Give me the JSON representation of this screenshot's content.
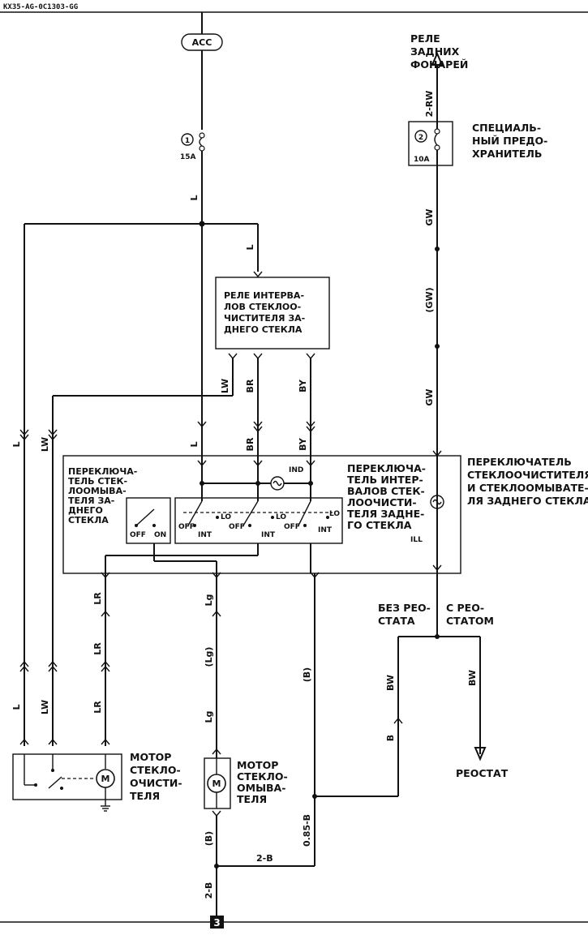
{
  "header": {
    "doc_code": "KX35-AG-0C1303-GG"
  },
  "acc": "ACC",
  "fuse1": {
    "num": "1",
    "rating": "15A"
  },
  "fuse2": {
    "num": "2",
    "rating": "10A",
    "label": [
      "СПЕЦИАЛЬ-",
      "НЫЙ ПРЕДО-",
      "ХРАНИТЕЛЬ"
    ]
  },
  "rear_light_relay": [
    "РЕЛЕ",
    "ЗАДНИХ",
    "ФОНАРЕЙ"
  ],
  "interval_relay": [
    "РЕЛЕ ИНТЕРВА-",
    "ЛОВ СТЕКЛОО-",
    "ЧИСТИТЕЛЯ ЗА-",
    "ДНЕГО СТЕКЛА"
  ],
  "combo_switch_label": [
    "ПЕРЕКЛЮЧАТЕЛЬ",
    "СТЕКЛООЧИСТИТЕЛЯ",
    "И СТЕКЛООМЫВАТЕ-",
    "ЛЯ ЗАДНЕГО СТЕКЛА"
  ],
  "washer_switch_label": [
    "ПЕРЕКЛЮЧА-",
    "ТЕЛЬ СТЕК-",
    "ЛООМЫВА-",
    "ТЕЛЯ ЗА-",
    "ДНЕГО",
    "СТЕКЛА"
  ],
  "interval_switch_label": [
    "ПЕРЕКЛЮЧА-",
    "ТЕЛЬ ИНТЕР-",
    "ВАЛОВ СТЕК-",
    "ЛООЧИСТИ-",
    "ТЕЛЯ ЗАДНЕ-",
    "ГО СТЕКЛА"
  ],
  "switch_positions": {
    "off": "OFF",
    "on": "ON",
    "lo": "LO",
    "int": "INT",
    "ind": "IND",
    "ill": "ILL"
  },
  "wiper_motor_label": [
    "МОТОР",
    "СТЕКЛО-",
    "ОЧИСТИ-",
    "ТЕЛЯ"
  ],
  "washer_motor_label": [
    "МОТОР",
    "СТЕКЛО-",
    "ОМЫВА-",
    "ТЕЛЯ"
  ],
  "motor_symbol": "M",
  "without_rheostat": [
    "БЕЗ РЕО-",
    "СТАТА"
  ],
  "with_rheostat": [
    "С РЕО-",
    "СТАТОМ"
  ],
  "rheostat": "РЕОСТАТ",
  "wires": {
    "L": "L",
    "LW": "LW",
    "BR": "BR",
    "BY": "BY",
    "GW": "GW",
    "GW_opt": "(GW)",
    "RW2": "2-RW",
    "LR": "LR",
    "Lg": "Lg",
    "Lg_opt": "(Lg)",
    "B_opt": "(B)",
    "BW": "BW",
    "B": "B",
    "B2": "2-B",
    "B085": "0.85-B"
  },
  "ground_point": "3"
}
